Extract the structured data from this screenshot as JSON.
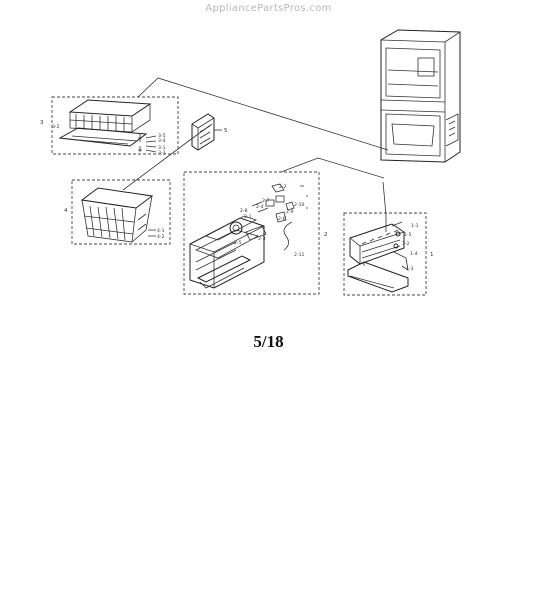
{
  "watermark": "AppliancePartsPros.com",
  "page_number": "5/18",
  "callouts": {
    "group1": "1",
    "group2": "2",
    "group3": "3",
    "group4": "4",
    "group5": "5",
    "c1_1": "1-1",
    "c1_2": "1-2",
    "c1_3": "1-3",
    "c1_4": "1-4",
    "c1_5": "1-5",
    "c2_1": "2-1",
    "c2_2": "2-2",
    "c2_3": "2-3",
    "c2_4": "2-4",
    "c2_5": "2-5",
    "c2_6": "2-6",
    "c2_7": "2-7",
    "c2_8": "2-8",
    "c2_9": "2-9",
    "c2_10": "2-10",
    "c2_11": "2-11",
    "c3_1": "3-1",
    "c3_2": "3-2",
    "c3_3": "3-3",
    "c3_4": "3-4",
    "c3_5": "3-5",
    "c4_1": "4-1",
    "c4_2": "4-2"
  }
}
